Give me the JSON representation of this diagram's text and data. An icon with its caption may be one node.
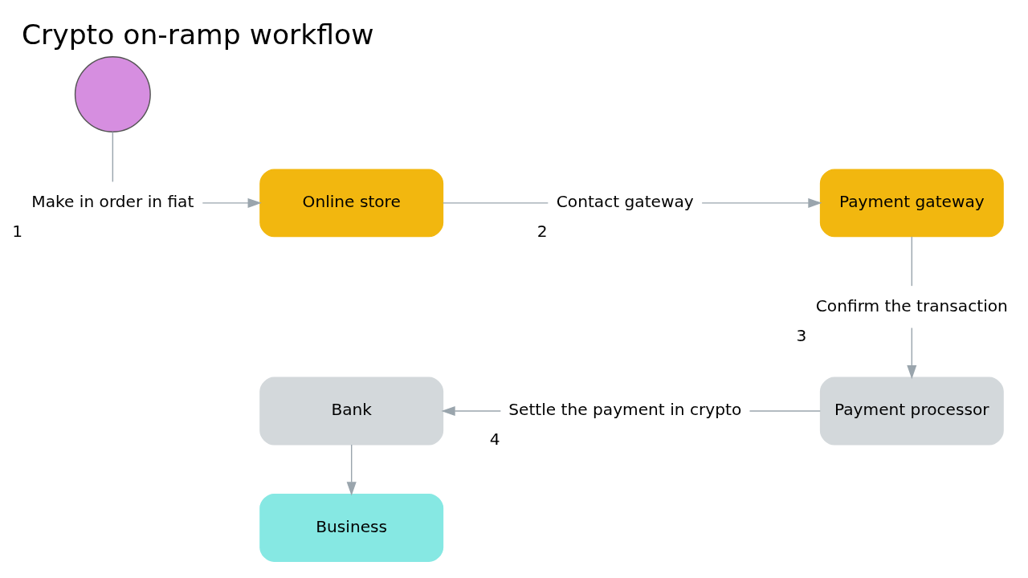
{
  "diagram": {
    "title": "Crypto on-ramp workflow",
    "nodes": [
      {
        "text": [
          "Make in order in fiat"
        ],
        "beside": [
          "1"
        ]
      },
      {
        "text": [
          "Online store"
        ]
      },
      {
        "text": [
          "Contact gateway"
        ],
        "beside": [
          "2"
        ]
      },
      {
        "text": [
          "Payment gateway"
        ]
      },
      {
        "text": [
          "Confirm the transaction"
        ],
        "beside": [
          "3"
        ]
      },
      {
        "text": [
          "Payment processor"
        ]
      },
      {
        "text": [
          "Settle the payment in crypto"
        ],
        "beside": [
          "4"
        ]
      },
      {
        "text": [
          "Bank"
        ]
      },
      {
        "text": [
          "Business"
        ]
      },
      {
        "text": [],
        "shape": "person"
      }
    ],
    "edges": [
      {
        "from": 9,
        "to": 0,
        "arrow": "none"
      },
      {
        "from": 0,
        "to": 1,
        "arrow": "to"
      },
      {
        "from": 1,
        "to": 2,
        "arrow": "none"
      },
      {
        "from": 2,
        "to": 3,
        "arrow": "to"
      },
      {
        "from": 3,
        "to": 4,
        "arrow": "none"
      },
      {
        "from": 4,
        "to": 5,
        "arrow": "to"
      },
      {
        "from": 5,
        "to": 6,
        "arrow": "none"
      },
      {
        "from": 6,
        "to": 7,
        "arrow": "to"
      },
      {
        "from": 7,
        "to": 8,
        "arrow": "to"
      }
    ]
  }
}
